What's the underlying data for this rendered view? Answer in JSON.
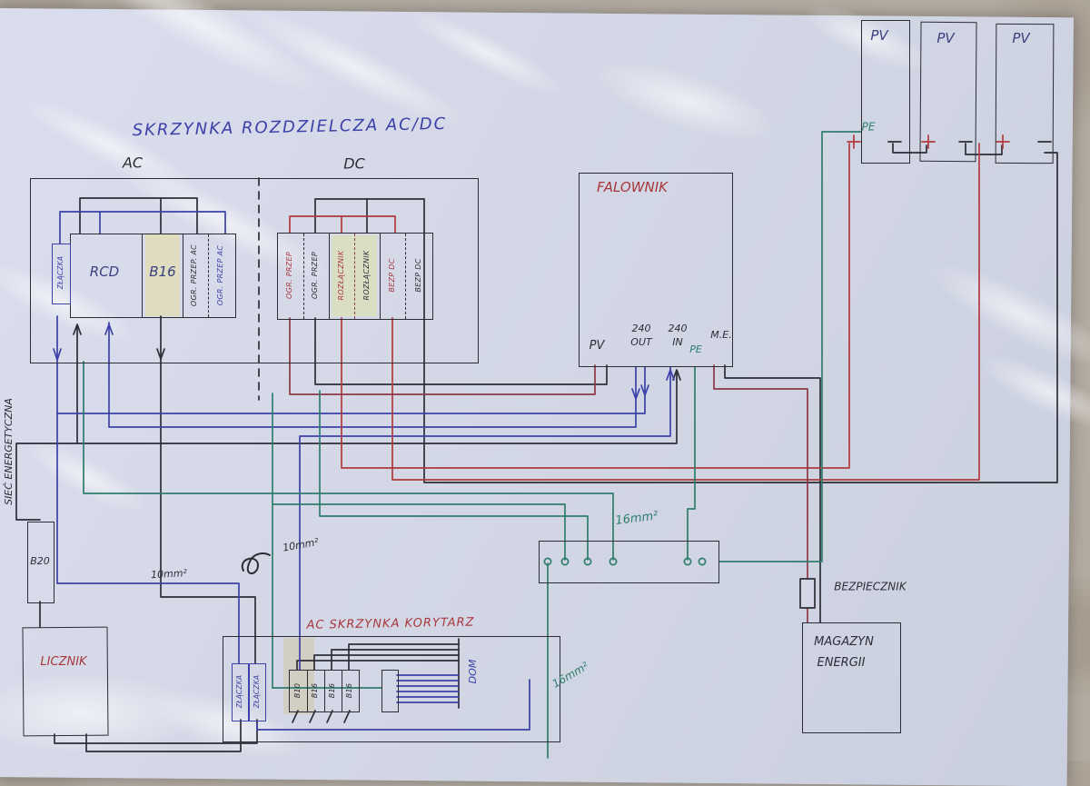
{
  "title": "SKRZYNKA ROZDZIELCZA AC/DC",
  "distribution_box": {
    "ac_label": "AC",
    "dc_label": "DC",
    "ac": {
      "connector": "ZŁĄCZKA",
      "rcd": "RCD",
      "b16": "B16",
      "surge1": "OGR. PRZEP. AC",
      "surge2": "OGR. PRZEP AC"
    },
    "dc": {
      "col1": "OGR. PRZEP",
      "col2": "OGR. PRZEP",
      "col3": "ROZŁĄCZNIK",
      "col4": "ROZŁĄCZNIK",
      "col5": "BEZP DC",
      "col6": "BEZP DC"
    }
  },
  "inverter": {
    "name": "FALOWNIK",
    "t_pv": "PV",
    "t_out_1": "240",
    "t_out_2": "OUT",
    "t_in_1": "240",
    "t_in_2": "IN",
    "t_pe": "PE",
    "t_me": "M.E."
  },
  "pv": {
    "p1": "PV",
    "p2": "PV",
    "p3": "PV",
    "pe": "PE",
    "plus": "+",
    "minus": "−"
  },
  "grid": {
    "network": "SIEĆ ENERGETYCZNA",
    "breaker": "B20",
    "meter": "LICZNIK"
  },
  "corridor": {
    "title": "AC SKRZYNKA KORYTARZ",
    "conn1": "ZŁĄCZKA",
    "conn2": "ZŁĄCZKA",
    "br1": "B10",
    "br2": "B16",
    "br3": "B16",
    "br4": "B16",
    "out": "DOM"
  },
  "storage": {
    "fuse": "BEZPIECZNIK",
    "name1": "MAGAZYN",
    "name2": "ENERGII"
  },
  "wire_labels": {
    "g10a": "10mm²",
    "g10b": "10mm²",
    "g16bus": "16mm²",
    "g16drop": "16mm²"
  },
  "colors": {
    "ink_black": "#2d2d36",
    "ink_blue": "#3b41a8",
    "ink_red": "#b03a3e",
    "ink_maroon": "#8e3745",
    "ink_green": "#2e7d6d",
    "paper": "#d4d8e6"
  }
}
